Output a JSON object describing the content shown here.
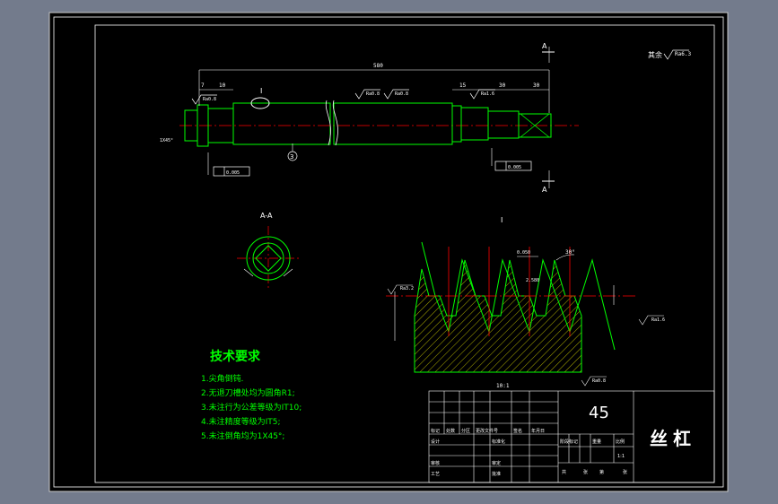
{
  "colors": {
    "background": "#737b8c",
    "sheet": "#000000",
    "frame": "#ffffff",
    "geometry": "#00ff00",
    "centerline": "#ff0000",
    "dimension": "#ffffff",
    "hatch": "#ffff00",
    "title_text": "#ffffff"
  },
  "view_labels": {
    "section_a_top": "A",
    "section_a_bottom": "A",
    "section_view": "A-A",
    "detail_ref": "I",
    "detail_title": "I",
    "detail_scale": "10:1",
    "balloon": "3"
  },
  "roughness": {
    "other_prefix": "其余",
    "other_value": "Ra6.3",
    "left_a": "Ra0.8",
    "mid_a": "Ra0.8",
    "mid_b": "Ra0.8",
    "right_a": "Ra1.6",
    "detail_left": "Ra3.2",
    "detail_right": "Ra1.6",
    "detail_bottom": "Ra0.8"
  },
  "dimensions": {
    "overall_length": "580",
    "left_a": "7",
    "left_b": "10",
    "right_a": "15",
    "right_b": "30",
    "right_c": "30",
    "chamfer": "1X45°",
    "thread_angle": "30°",
    "detail_a": "0.050",
    "detail_b": "2.580",
    "tol_left": "0.005",
    "tol_right": "0.005"
  },
  "tech_requirements": {
    "title": "技术要求",
    "items": [
      "1.尖角倒钝.",
      "2.无退刀槽处均为圆角R1;",
      "3.未注行为公差等级为IT10;",
      "4.未注精度等级为IT5;",
      "5.未注倒角均为1X45°;"
    ]
  },
  "title_block": {
    "material": "45",
    "part_name": "丝杠",
    "row_labels": [
      "标记",
      "处数",
      "分区",
      "更改文件号",
      "签名",
      "年月日"
    ],
    "left_labels": [
      "设计",
      "审核",
      "工艺"
    ],
    "mid_labels": [
      "标准化",
      "审定",
      "批准"
    ],
    "stage_labels": [
      "阶段标记",
      "重量",
      "比例"
    ],
    "scale": "1:1",
    "sheet_labels": [
      "共",
      "张",
      "第",
      "张"
    ]
  }
}
